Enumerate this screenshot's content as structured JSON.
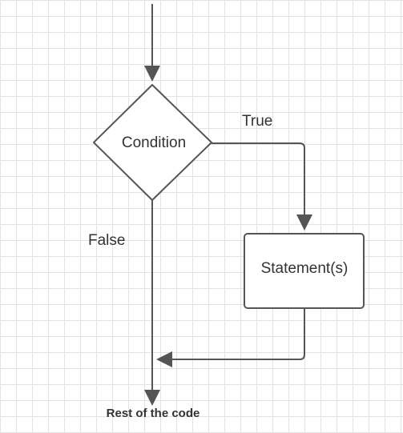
{
  "diagram": {
    "condition_label": "Condition",
    "true_label": "True",
    "false_label": "False",
    "statement_label": "Statement(s)",
    "rest_label": "Rest of the code"
  },
  "colors": {
    "stroke": "#555555",
    "text": "#333333",
    "grid": "#e3e3e3",
    "background": "#ffffff"
  }
}
